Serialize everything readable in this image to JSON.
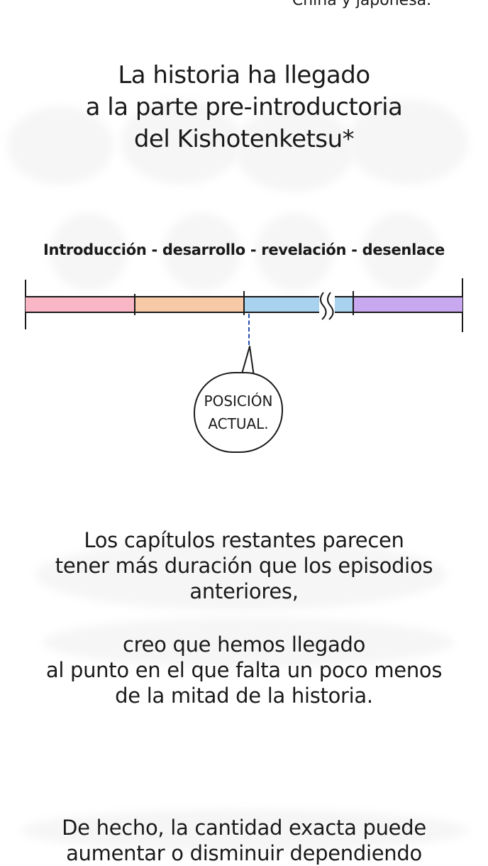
{
  "top_fragment": "China y japonesa.",
  "title_lines": [
    "La historia ha llegado",
    "a la parte pre-introductoria",
    "del Kishotenketsu*"
  ],
  "stages_label": "Introducción - desarrollo - revelación - desenlace",
  "timeline": {
    "segments": [
      {
        "name": "Introducción",
        "color": "#f9b6c5"
      },
      {
        "name": "desarrollo",
        "color": "#f8c9a6"
      },
      {
        "name": "revelación",
        "color": "#a9d2ef"
      },
      {
        "name": "desenlace",
        "color": "#c8a8ee"
      }
    ],
    "marker_color": "#2a4fb5"
  },
  "marker_bubble": {
    "line1": "POSICIÓN",
    "line2": "ACTUAL."
  },
  "paragraphs": {
    "p1": [
      "Los capítulos restantes parecen",
      "tener más duración que los episodios",
      "anteriores,"
    ],
    "p2": [
      "creo que hemos llegado",
      "al punto en el que falta un poco menos",
      "de la mitad de la historia."
    ],
    "p3": [
      "De hecho, la cantidad exacta puede",
      "aumentar o disminuir dependiendo"
    ]
  }
}
